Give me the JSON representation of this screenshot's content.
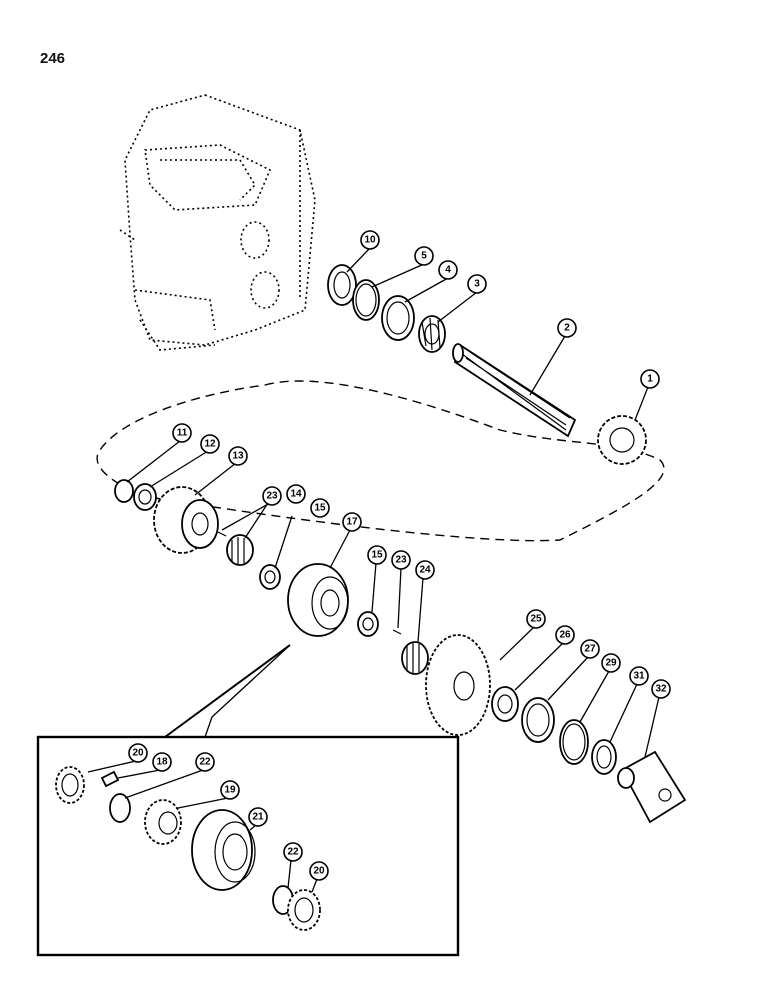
{
  "page_number": "246",
  "callouts": [
    "1",
    "2",
    "3",
    "4",
    "5",
    "10",
    "11",
    "12",
    "13",
    "14",
    "15",
    "15",
    "17",
    "18",
    "19",
    "20",
    "20",
    "21",
    "22",
    "22",
    "23",
    "23",
    "24",
    "25",
    "26",
    "27",
    "29",
    "31",
    "32"
  ],
  "icons": {
    "transmission_case": "transmission-housing-outline",
    "shaft": "splined-shaft",
    "gear": "spur-gear",
    "bearing": "tapered-roller-bearing",
    "ring": "snap-ring",
    "yoke": "u-joint-yoke"
  }
}
